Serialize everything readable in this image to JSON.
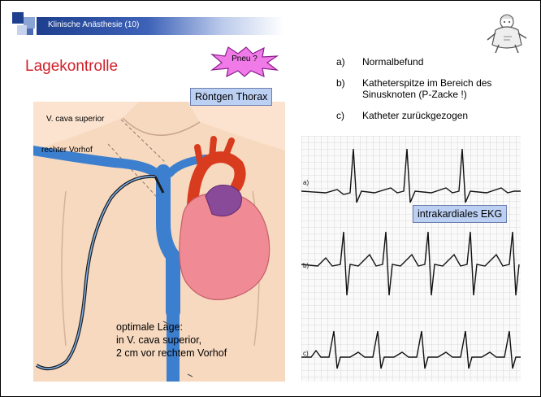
{
  "header": {
    "title": "Klinische Anästhesie (10)"
  },
  "slide": {
    "title": "Lagekontrolle",
    "pneu_label": "Pneu ?",
    "xray_label": "Röntgen Thorax",
    "anatomy": {
      "label_vena_cava": "V. cava superior",
      "label_atrium": "rechter Vorhof",
      "optimal_position": [
        "optimale Lage:",
        "in V. cava superior,",
        "2 cm vor rechtem Vorhof"
      ]
    },
    "list": [
      {
        "letter": "a)",
        "text": "Normalbefund"
      },
      {
        "letter": "b)",
        "text": "Katheterspitze im Bereich des Sinusknoten (P-Zacke !)"
      },
      {
        "letter": "c)",
        "text": "Katheter zurückgezogen"
      }
    ],
    "ecg": {
      "strip_labels": [
        "a)",
        "b)",
        "c)"
      ],
      "label": "intrakardiales EKG"
    }
  },
  "colors": {
    "title_red": "#d0202a",
    "header_blue": "#1e3f8e",
    "label_box": "#bcd0f3",
    "pneu_burst": "#f07be8"
  }
}
